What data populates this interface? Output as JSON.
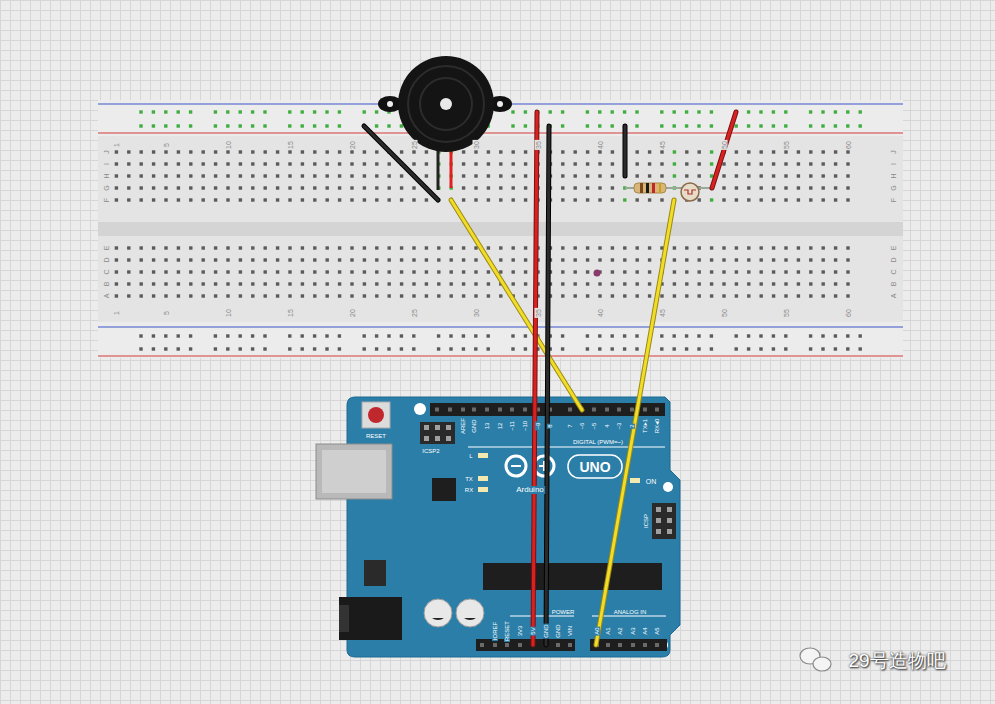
{
  "diagram": {
    "labels": [
      "1",
      "5",
      "10",
      "15",
      "20",
      "25",
      "30",
      "35",
      "40",
      "45",
      "50",
      "55",
      "60",
      "1",
      "5",
      "10",
      "15",
      "20",
      "25",
      "30",
      "35",
      "40",
      "45",
      "50",
      "55",
      "60",
      "J",
      "I",
      "H",
      "G",
      "F",
      "E",
      "D",
      "C",
      "B",
      "A",
      "J",
      "I",
      "H",
      "G",
      "F",
      "E",
      "D",
      "C",
      "B",
      "A",
      "RESET",
      "ICSP2",
      "AREF",
      "GND",
      "13",
      "12",
      "~11",
      "~10",
      "~9",
      "8",
      "7",
      "~6",
      "~5",
      "4",
      "~3",
      "2",
      "TX▸1",
      "RX◂0",
      "DIGITAL (PWM=~)",
      "L",
      "TX",
      "RX",
      "UNO",
      "Arduino",
      "ON",
      "ICSP",
      "IOREF",
      "RESET",
      "3V3",
      "5V",
      "GND",
      "GND",
      "VIN",
      "POWER",
      "ANALOG IN",
      "A0",
      "A1",
      "A2",
      "A3",
      "A4",
      "A5",
      "29号造物吧"
    ]
  }
}
